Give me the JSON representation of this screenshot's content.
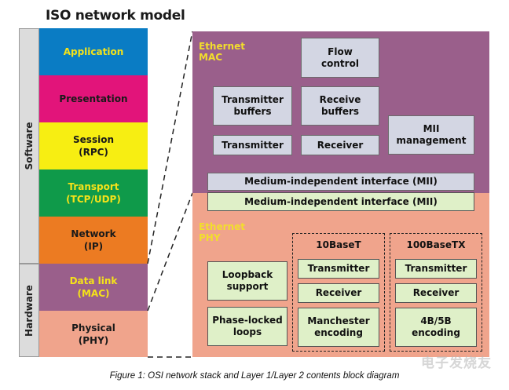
{
  "title": "ISO network model",
  "sidebar": {
    "software_label": "Software",
    "hardware_label": "Hardware"
  },
  "layers": [
    {
      "label": "Application",
      "bg": "#0a7cc4",
      "fg": "#f5e21a"
    },
    {
      "label": "Presentation",
      "bg": "#e2147a",
      "fg": "#1a1a1a"
    },
    {
      "label": "Session\n(RPC)",
      "bg": "#f7ee12",
      "fg": "#1a1a1a"
    },
    {
      "label": "Transport\n(TCP/UDP)",
      "bg": "#0f9a4a",
      "fg": "#f5e21a"
    },
    {
      "label": "Network\n(IP)",
      "bg": "#ec7b22",
      "fg": "#1a1a1a"
    },
    {
      "label": "Data link\n(MAC)",
      "bg": "#9a5f8b",
      "fg": "#f5e21a"
    },
    {
      "label": "Physical\n(PHY)",
      "bg": "#f0a48c",
      "fg": "#1a1a1a"
    }
  ],
  "mac": {
    "label": "Ethernet\nMAC",
    "bg": "#9a5f8b",
    "flow_control": "Flow\ncontrol",
    "transmitter_buffers": "Transmitter\nbuffers",
    "receive_buffers": "Receive\nbuffers",
    "transmitter": "Transmitter",
    "receiver": "Receiver",
    "mii_management": "MII\nmanagement",
    "mii": "Medium-independent interface (MII)"
  },
  "phy": {
    "label": "Ethernet\nPHY",
    "bg": "#f0a48c",
    "mii": "Medium-independent interface (MII)",
    "loopback": "Loopback\nsupport",
    "phase_locked": "Phase-locked\nloops",
    "tenbaset": {
      "title": "10BaseT",
      "transmitter": "Transmitter",
      "receiver": "Receiver",
      "encoding": "Manchester\nencoding"
    },
    "hundredbasetx": {
      "title": "100BaseTX",
      "transmitter": "Transmitter",
      "receiver": "Receiver",
      "encoding": "4B/5B\nencoding"
    }
  },
  "caption": "Figure 1: OSI network stack and Layer 1/Layer 2 contents block diagram",
  "watermark": "电子发烧友"
}
